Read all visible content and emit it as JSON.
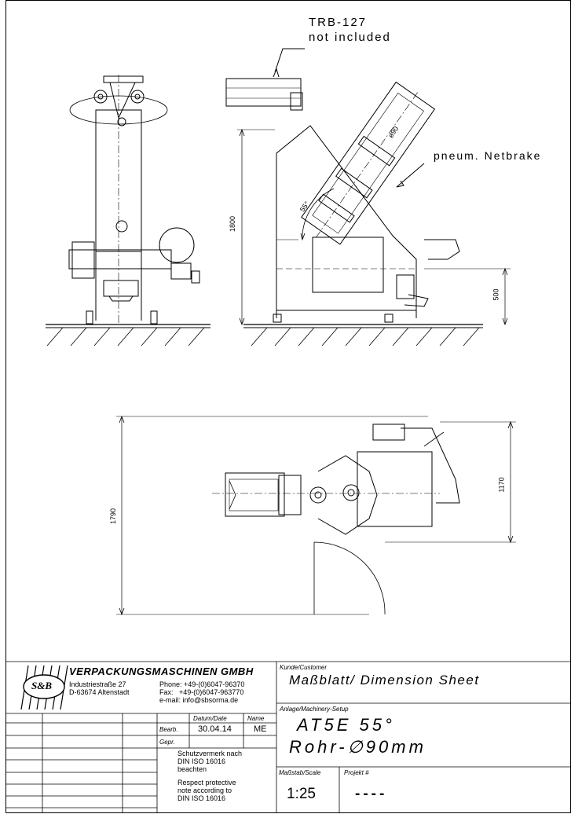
{
  "annotations": {
    "trb_line1": "TRB-127",
    "trb_line2": "not included",
    "netbrake": "pneum. Netbrake",
    "dia": "ø90",
    "angle": "55°",
    "dim_1800": "1800",
    "dim_500": "500",
    "dim_1790": "1790",
    "dim_1170": "1170"
  },
  "company": {
    "logo_text": "S&B",
    "name": "VERPACKUNGSMASCHINEN GMBH",
    "address_line1": "Industriestraße 27",
    "address_line2": "D-63674 Altenstadt",
    "phone": "Phone: +49-(0)6047-96370",
    "fax": "Fax:   +49-(0)6047-963770",
    "email": "e-mail: info@sbsorma.de"
  },
  "titleblock": {
    "col_datum": "Datum/Date",
    "col_name": "Name",
    "row_bearb": "Bearb.",
    "bearb_date": "30.04.14",
    "bearb_name": "ME",
    "row_gepr": "Gepr.",
    "protect_de_1": "Schutzvermerk nach",
    "protect_de_2": "DIN ISO 16016",
    "protect_de_3": "beachten",
    "protect_en_1": "Respect protective",
    "protect_en_2": "note according to",
    "protect_en_3": "DIN ISO 16016",
    "customer_label": "Kunde/Customer",
    "sheet_title": "Maßblatt/ Dimension Sheet",
    "setup_label": "Anlage/Machinery-Setup",
    "setup_line1": "AT5E 55°",
    "setup_line2": "Rohr-∅90mm",
    "scale_label": "Maßstab/Scale",
    "scale_value": "1:25",
    "project_label": "Projekt #",
    "project_value": "----"
  }
}
